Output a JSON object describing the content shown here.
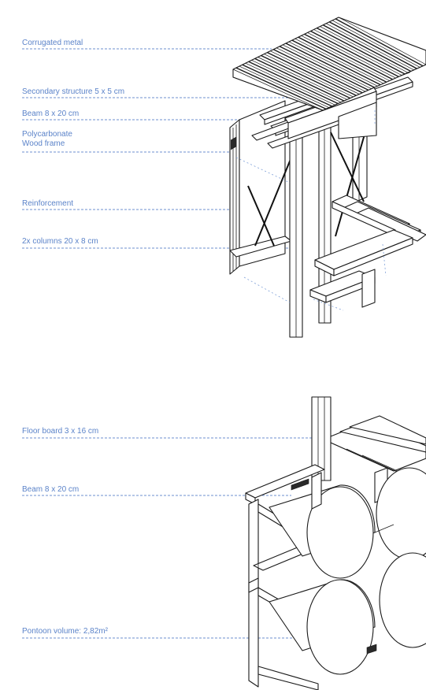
{
  "upper_assembly": {
    "labels": {
      "corrugated_metal": "Corrugated metal",
      "secondary_structure": "Secondary structure 5 x 5 cm",
      "beam": "Beam 8 x 20 cm",
      "polycarbonate": "Polycarbonate",
      "wood_frame": "Wood frame",
      "reinforcement": "Reinforcement",
      "columns": "2x columns 20 x 8 cm"
    }
  },
  "lower_assembly": {
    "labels": {
      "floor_board": "Floor board 3 x 16 cm",
      "beam": "Beam 8 x 20 cm",
      "pontoon_volume": "Pontoon volume: 2,82m²"
    }
  },
  "colors": {
    "label_text": "#5b83c9",
    "leader_line": "#6d8fcf",
    "line_work": "#1a1a1a"
  }
}
